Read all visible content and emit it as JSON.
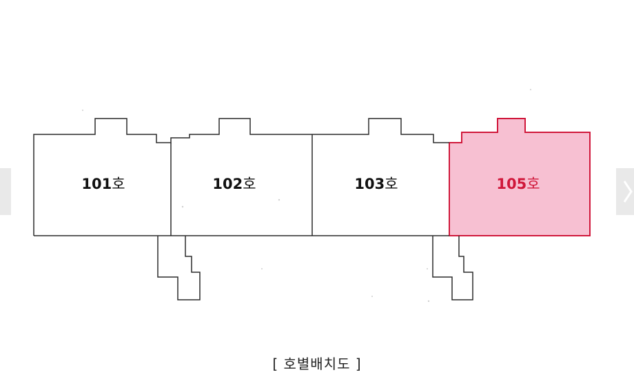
{
  "units": [
    {
      "id": "101",
      "label": "101",
      "suffix": "호",
      "highlighted": false
    },
    {
      "id": "102",
      "label": "102",
      "suffix": "호",
      "highlighted": false
    },
    {
      "id": "103",
      "label": "103",
      "suffix": "호",
      "highlighted": false
    },
    {
      "id": "105",
      "label": "105",
      "suffix": "호",
      "highlighted": true
    }
  ],
  "caption": "[ 호별배치도 ]",
  "colors": {
    "line": "#2a2a2a",
    "highlight_fill": "#f7c0d2",
    "highlight_stroke": "#d0173a",
    "highlight_text": "#d0173a",
    "normal_text": "#111111",
    "nav_bg": "#e9e9e9",
    "nav_icon": "#ffffff"
  },
  "navigation": {
    "prev_icon": "chevron-left-icon",
    "next_icon": "chevron-right-icon"
  }
}
